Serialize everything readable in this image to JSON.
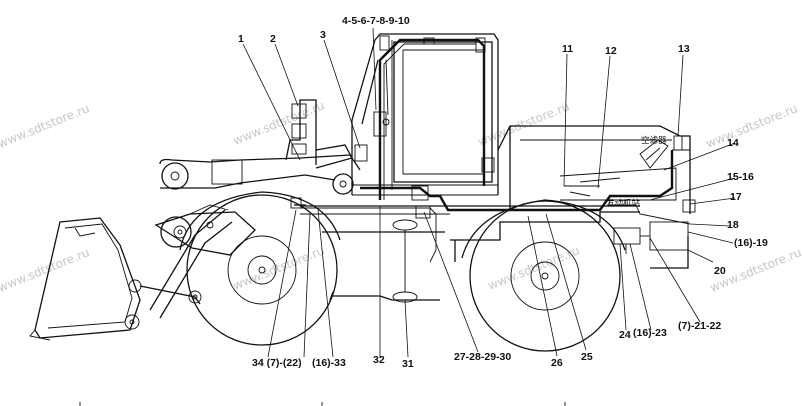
{
  "watermark": "www.sdtstore.ru",
  "callouts": {
    "c1": "1",
    "c2": "2",
    "c3": "3",
    "c4": "4-5-6-7-8-9-10",
    "c11": "11",
    "c12": "12",
    "c13": "13",
    "c14": "14",
    "c15": "15-16",
    "c17": "17",
    "c18": "18",
    "c19": "(16)-19",
    "c20": "20",
    "c21": "(7)-21-22",
    "c23": "(16)-23",
    "c24": "24",
    "c25": "25",
    "c26": "26",
    "c27": "27-28-29-30",
    "c31": "31",
    "c32": "32",
    "c33": "(16)-33",
    "c34": "34 (7)-(22)"
  },
  "labels": {
    "air_filter": "空滤器",
    "engine": "发动机站"
  }
}
